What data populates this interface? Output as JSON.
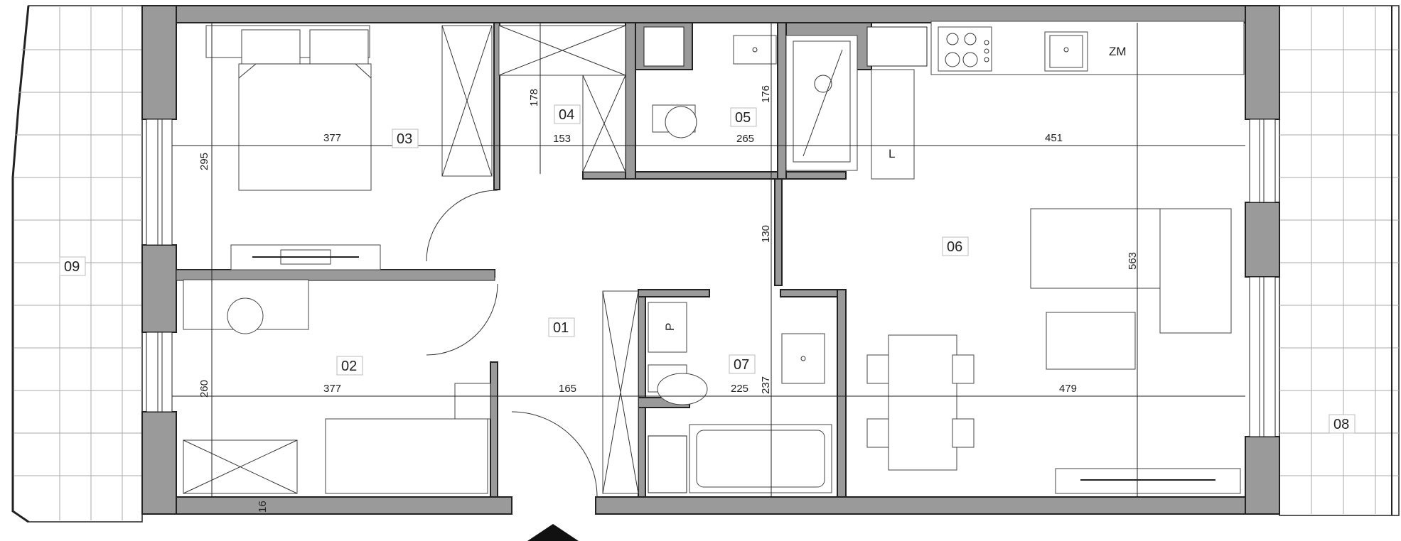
{
  "rooms": {
    "r01": "01",
    "r02": "02",
    "r03": "03",
    "r04": "04",
    "r05": "05",
    "r06": "06",
    "r07": "07",
    "r08": "08",
    "r09": "09"
  },
  "dimensions": {
    "d377a": "377",
    "d153": "153",
    "d265": "265",
    "d451": "451",
    "d295": "295",
    "d178": "178",
    "d176": "176",
    "d130": "130",
    "d563": "563",
    "d377b": "377",
    "d165": "165",
    "d225": "225",
    "d479": "479",
    "d260": "260",
    "d237": "237",
    "d16": "16"
  },
  "fixtures": {
    "fridge": "ZM",
    "laundry": "L",
    "washer": "P"
  },
  "colors": {
    "wall_fill": "#9a9a9a",
    "line": "#222222",
    "background": "#ffffff"
  }
}
